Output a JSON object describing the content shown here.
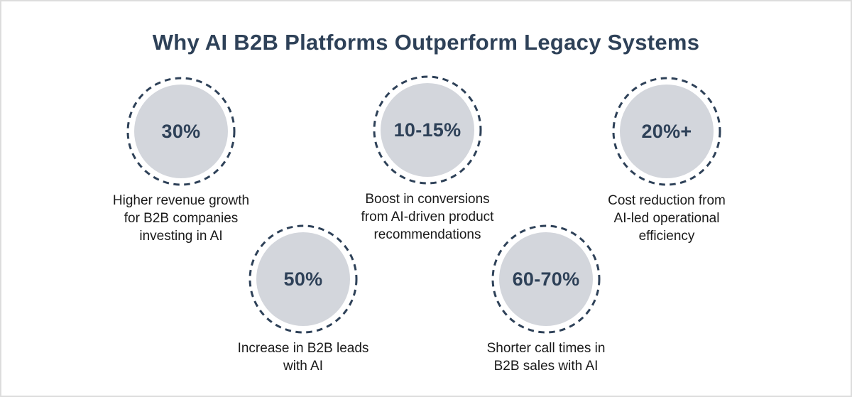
{
  "title": "Why AI B2B Platforms Outperform Legacy Systems",
  "colors": {
    "accent_navy": "#2e4158",
    "circle_fill": "#d3d6dc",
    "caption_text": "#1a1a1a",
    "card_border": "#dddddd"
  },
  "stats": [
    {
      "value": "30%",
      "caption": "Higher revenue growth\nfor B2B companies\ninvesting in AI"
    },
    {
      "value": "10-15%",
      "caption": "Boost in conversions\nfrom AI-driven product\nrecommendations"
    },
    {
      "value": "20%+",
      "caption": "Cost reduction from\nAI-led operational\nefficiency"
    },
    {
      "value": "50%",
      "caption": "Increase in B2B leads\nwith AI"
    },
    {
      "value": "60-70%",
      "caption": "Shorter call times in\nB2B sales with AI"
    }
  ]
}
